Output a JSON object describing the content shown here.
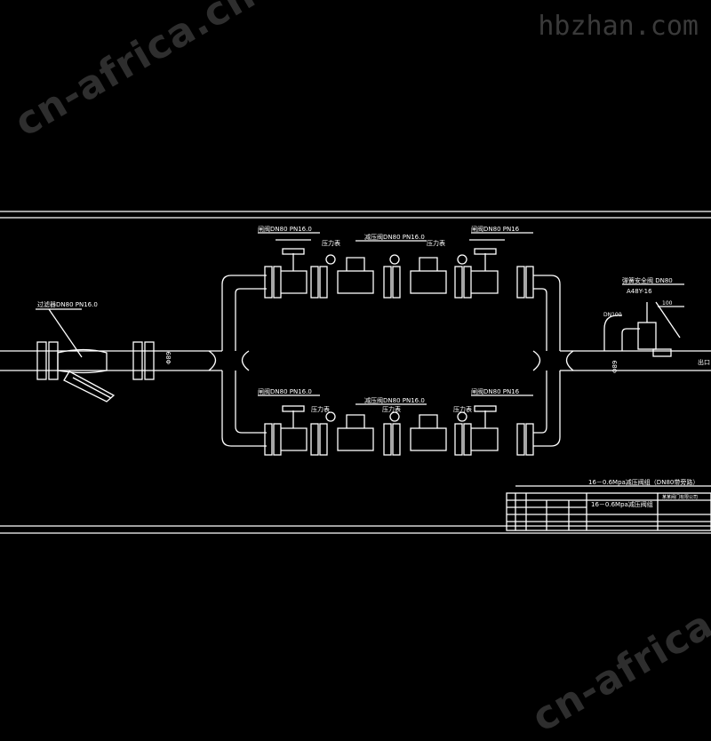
{
  "watermarks": {
    "top_left": "cn-africa.cn",
    "top_right": "hbzhan.com",
    "bottom_right": "cn-africa.cn"
  },
  "colors": {
    "background": "#000000",
    "linework": "#ffffff",
    "watermark": "#2e2e2e"
  },
  "labels": {
    "strainer": "过滤器DN80 PN16.0",
    "top_gate_left": "闸阀DN80  PN16.0",
    "top_reducer": "减压阀DN80  PN16.0",
    "top_gate_right": "闸阀DN80  PN16",
    "top_gauge_left": "压力表",
    "top_gauge_right": "压力表",
    "bottom_gate_left": "闸阀DN80  PN16.0",
    "bottom_reducer": "减压阀DN80  PN16.0",
    "bottom_gate_right": "闸阀DN80  PN16",
    "bottom_gauge_left": "压力表",
    "bottom_gauge_mid": "压力表",
    "bottom_gauge_right": "压力表",
    "safety_valve": "弹簧安全阀 DN80",
    "safety_model": "A48Y-16",
    "dn100": "DN100",
    "dim_100": "100",
    "outlet": "出口",
    "inlet_size": "Φ89",
    "outlet_size": "Φ89"
  },
  "title_block": {
    "header": "16－0.6Mpa减压阀组（DN80带旁路）",
    "drawing_name": "16－0.6Mpa减压阀组",
    "company": "某某阀门有限公司"
  }
}
